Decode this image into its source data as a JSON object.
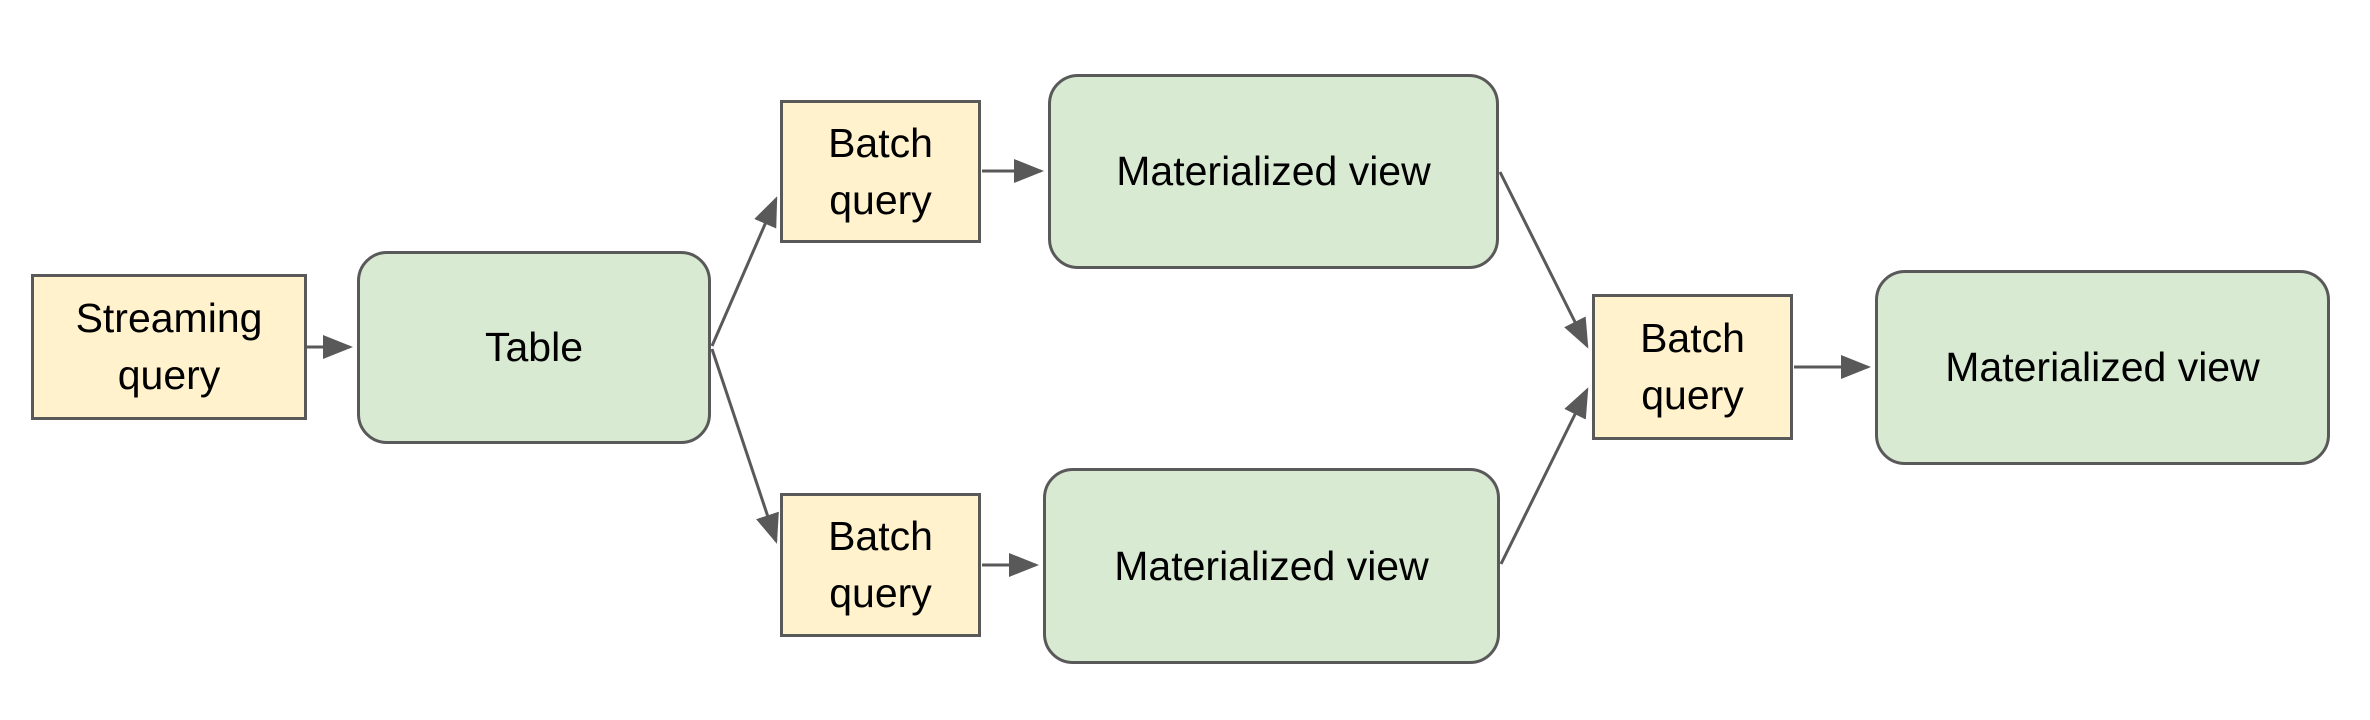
{
  "diagram": {
    "type": "flowchart",
    "nodes": {
      "streaming_query": {
        "label": "Streaming query",
        "kind": "query"
      },
      "table": {
        "label": "Table",
        "kind": "data"
      },
      "batch_query_top": {
        "label": "Batch query",
        "kind": "query"
      },
      "mv_top": {
        "label": "Materialized view",
        "kind": "data"
      },
      "batch_query_bottom": {
        "label": "Batch query",
        "kind": "query"
      },
      "mv_bottom": {
        "label": "Materialized view",
        "kind": "data"
      },
      "batch_query_right": {
        "label": "Batch query",
        "kind": "query"
      },
      "mv_final": {
        "label": "Materialized view",
        "kind": "data"
      }
    },
    "edges": [
      {
        "from": "streaming_query",
        "to": "table"
      },
      {
        "from": "table",
        "to": "batch_query_top"
      },
      {
        "from": "table",
        "to": "batch_query_bottom"
      },
      {
        "from": "batch_query_top",
        "to": "mv_top"
      },
      {
        "from": "batch_query_bottom",
        "to": "mv_bottom"
      },
      {
        "from": "mv_top",
        "to": "batch_query_right"
      },
      {
        "from": "mv_bottom",
        "to": "batch_query_right"
      },
      {
        "from": "batch_query_right",
        "to": "mv_final"
      }
    ],
    "colors": {
      "query_fill": "#FFF2CC",
      "data_fill": "#D9EAD3",
      "line": "#595959",
      "text": "#000000",
      "background": "#FFFFFF"
    }
  }
}
